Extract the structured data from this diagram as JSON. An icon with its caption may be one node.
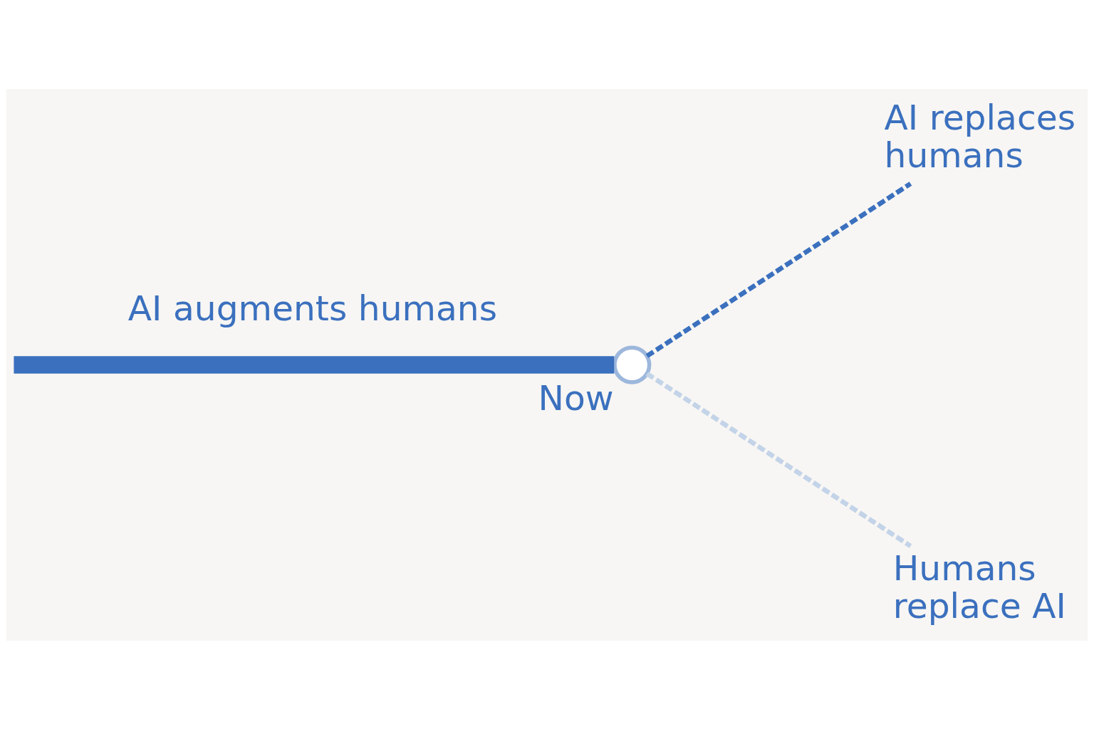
{
  "diagram": {
    "nodes": [
      {
        "text": [],
        "shape": "circle",
        "beside": [
          "Now"
        ]
      },
      {
        "text": [
          "AI replaces humans"
        ]
      },
      {
        "text": [
          "Humans replace AI"
        ]
      }
    ],
    "edges": [
      {
        "from": null,
        "to": 0,
        "arrow": "none",
        "label": "AI augments humans",
        "style": "thick"
      },
      {
        "from": 0,
        "to": 1,
        "arrow": "none",
        "style": "dashed"
      },
      {
        "from": 0,
        "to": 2,
        "arrow": "none",
        "style": "dashed",
        "color": "#c3d3e8"
      }
    ]
  }
}
